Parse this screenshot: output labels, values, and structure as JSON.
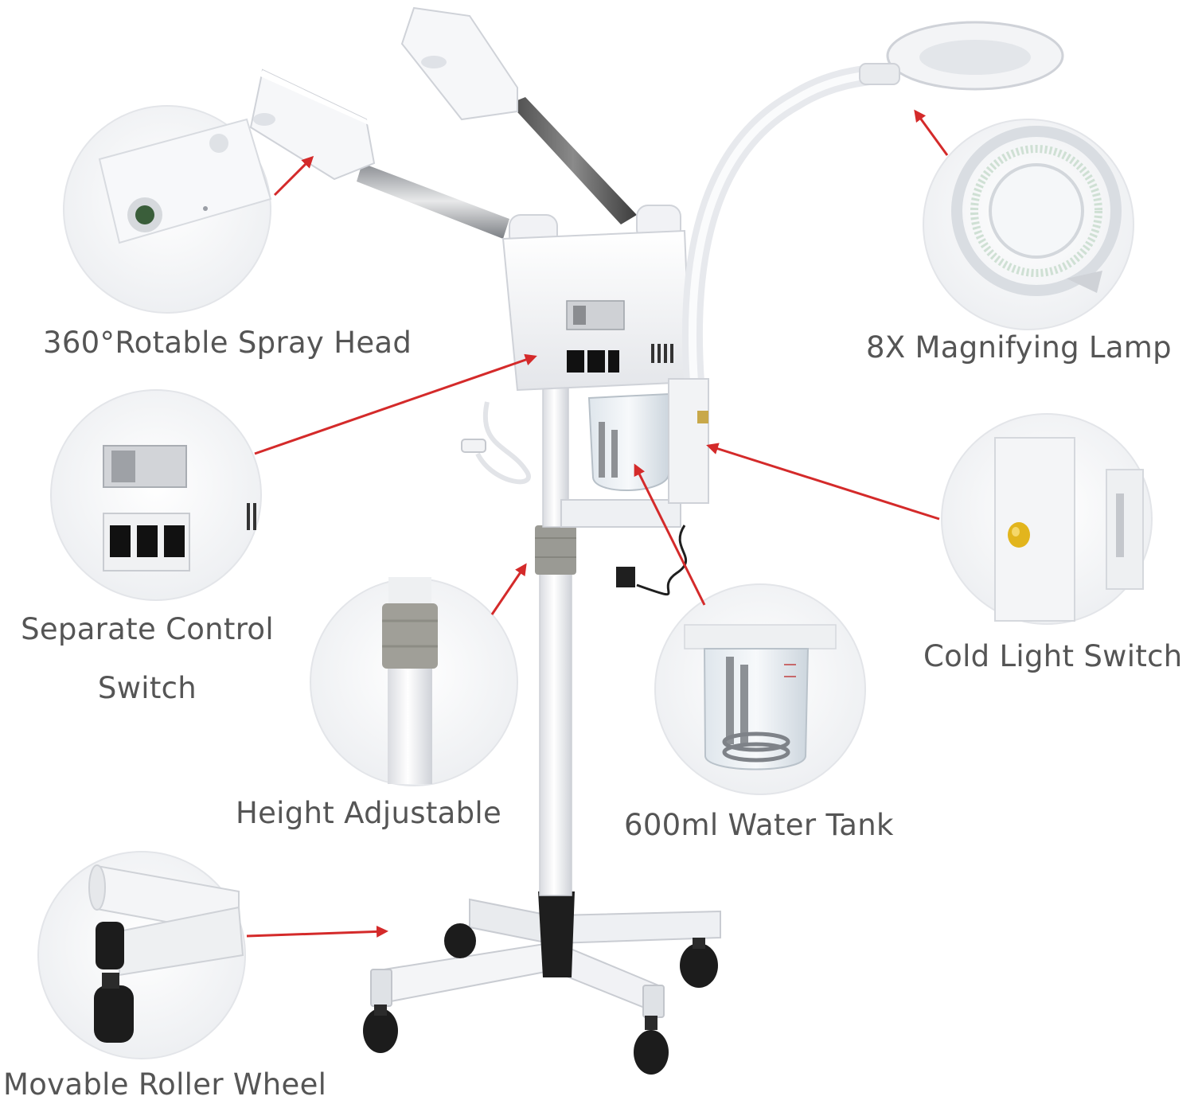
{
  "features": [
    {
      "id": "spray",
      "label": "360°Rotable Spray Head"
    },
    {
      "id": "magnifier",
      "label": "8X Magnifying Lamp"
    },
    {
      "id": "control",
      "label_lines": [
        "Separate Control",
        "Switch"
      ]
    },
    {
      "id": "coldlight",
      "label": "Cold Light Switch"
    },
    {
      "id": "height",
      "label": "Height Adjustable"
    },
    {
      "id": "tank",
      "label": "600ml Water Tank"
    },
    {
      "id": "wheel",
      "label": "Movable Roller Wheel"
    }
  ],
  "colors": {
    "background": "#ffffff",
    "label_text": "#555555",
    "arrow": "#d42a2a",
    "device_white": "#f3f4f6",
    "device_shadow": "#d5d8dd",
    "caster": "#1c1c1c",
    "grey_collar": "#9a9a94"
  },
  "icons": {
    "arrow": "red-pointer-arrow",
    "detail_circle": "zoom-detail-circle"
  }
}
